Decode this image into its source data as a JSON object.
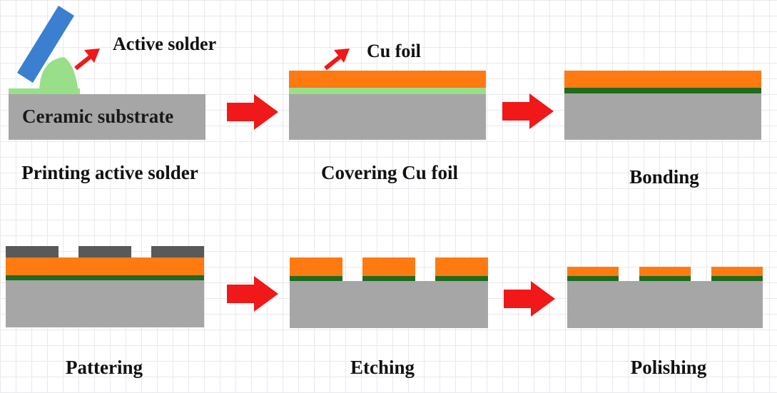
{
  "colors": {
    "substrate": "#a6a6a6",
    "cu_foil": "#ff7a10",
    "active_solder": "#99df8a",
    "bonded_layer": "#1f6b1f",
    "mask": "#595959",
    "printer_blade": "#3a7fd0",
    "arrow": "#f01818"
  },
  "labels": {
    "active_solder": "Active solder",
    "cu_foil": "Cu foil",
    "ceramic_substrate": "Ceramic substrate"
  },
  "steps": [
    {
      "caption": "Printing active solder"
    },
    {
      "caption": "Covering Cu foil"
    },
    {
      "caption": "Bonding"
    },
    {
      "caption": "Pattering"
    },
    {
      "caption": "Etching"
    },
    {
      "caption": "Polishing"
    }
  ]
}
